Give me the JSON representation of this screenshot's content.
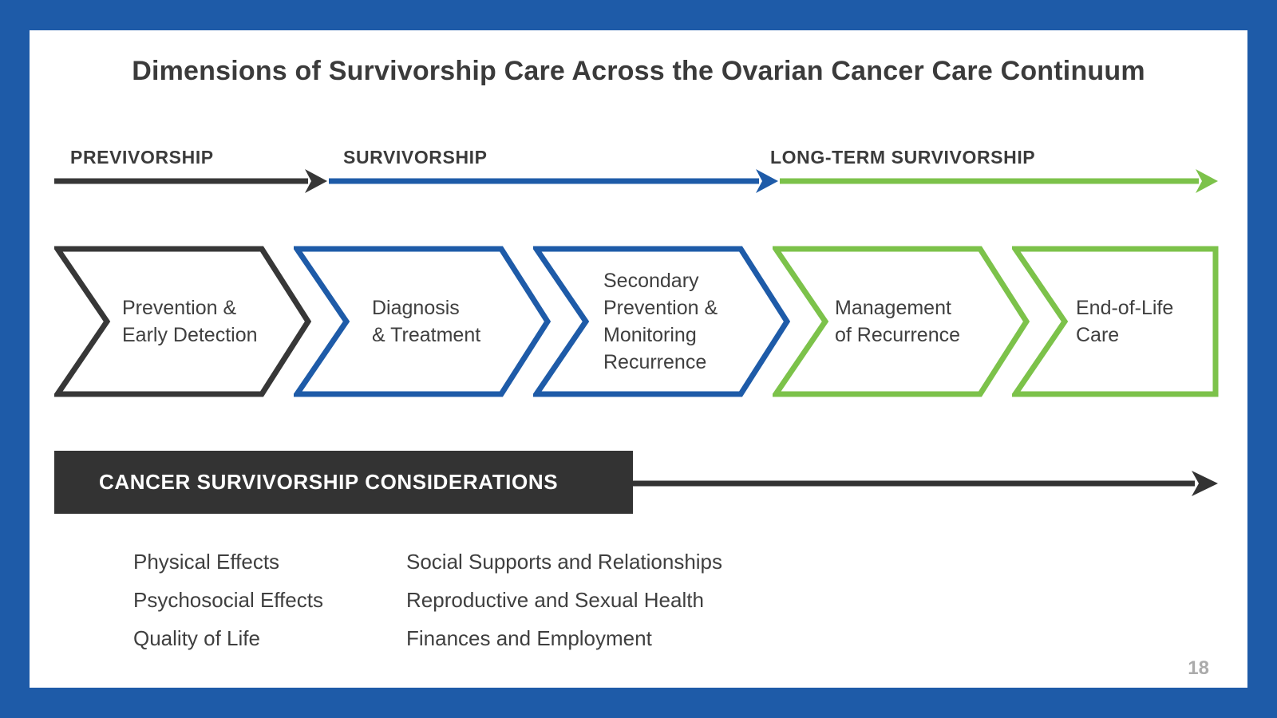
{
  "title": "Dimensions of Survivorship Care Across the Ovarian Cancer Care Continuum",
  "page_number": "18",
  "colors": {
    "border_blue": "#1e5ba8",
    "dark": "#373737",
    "blue": "#1e5ba8",
    "green": "#7cc24a",
    "body_text": "#3f3f3f",
    "bar_background": "#333333",
    "page_number_gray": "#ababab"
  },
  "timeline": {
    "phases": [
      {
        "label": "PREVIVORSHIP",
        "color": "#373737"
      },
      {
        "label": "SURVIVORSHIP",
        "color": "#1e5ba8"
      },
      {
        "label": "LONG-TERM SURVIVORSHIP",
        "color": "#7cc24a"
      }
    ]
  },
  "stages": [
    {
      "color": "#373737",
      "lines": [
        "Prevention &",
        "Early Detection"
      ]
    },
    {
      "color": "#1e5ba8",
      "lines": [
        "Diagnosis",
        "& Treatment"
      ]
    },
    {
      "color": "#1e5ba8",
      "lines": [
        "Secondary",
        "Prevention &",
        "Monitoring",
        "Recurrence"
      ]
    },
    {
      "color": "#7cc24a",
      "lines": [
        "Management",
        "of Recurrence"
      ]
    },
    {
      "color": "#7cc24a",
      "lines": [
        "End-of-Life",
        "Care"
      ]
    }
  ],
  "considerations": {
    "header": "CANCER SURVIVORSHIP CONSIDERATIONS",
    "columns": [
      {
        "items": [
          "Physical Effects",
          "Psychosocial Effects",
          "Quality of Life"
        ]
      },
      {
        "items": [
          "Social Supports and Relationships",
          "Reproductive and Sexual Health",
          "Finances and Employment"
        ]
      }
    ]
  }
}
